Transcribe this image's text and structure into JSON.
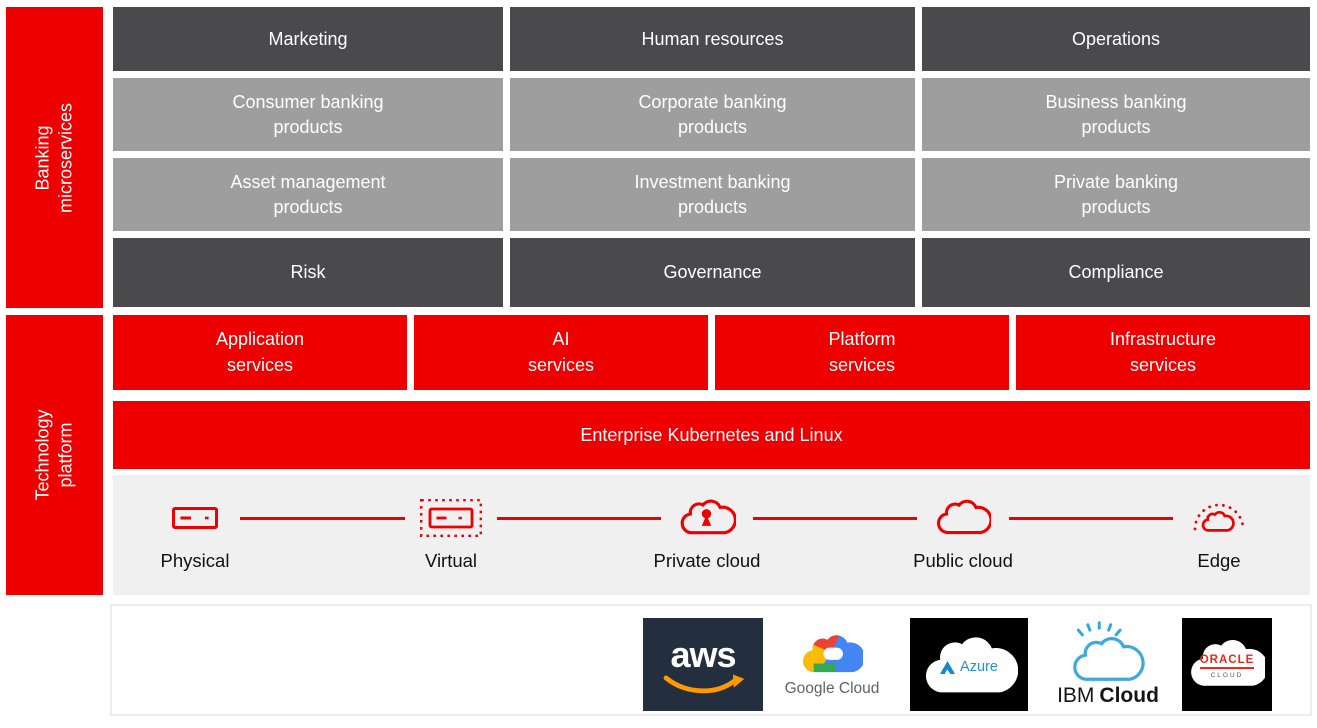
{
  "palette": {
    "red": "#ee0000",
    "dark_gray": "#4a4a4c",
    "mid_gray": "#9e9e9e",
    "strip_bg": "#f0f0f0",
    "aws_navy": "#232f3e",
    "aws_orange": "#ff9900",
    "azure_blue": "#2191cf",
    "oracle_red": "#e8291e"
  },
  "sidebars": {
    "banking": "Banking\nmicroservices",
    "technology": "Technology\nplatform"
  },
  "banking_rows": [
    {
      "tone": "dark",
      "cells": [
        "Marketing",
        "Human resources",
        "Operations"
      ]
    },
    {
      "tone": "mid",
      "cells": [
        "Consumer banking\nproducts",
        "Corporate banking\nproducts",
        "Business banking\nproducts"
      ]
    },
    {
      "tone": "mid",
      "cells": [
        "Asset management\nproducts",
        "Investment banking\nproducts",
        "Private banking\nproducts"
      ]
    },
    {
      "tone": "dark",
      "cells": [
        "Risk",
        "Governance",
        "Compliance"
      ]
    }
  ],
  "technology": {
    "services": [
      "Application\nservices",
      "AI\nservices",
      "Platform\nservices",
      "Infrastructure\nservices"
    ],
    "platform_bar": "Enterprise Kubernetes and Linux"
  },
  "footprints": [
    "Physical",
    "Virtual",
    "Private cloud",
    "Public cloud",
    "Edge"
  ],
  "providers": {
    "aws": {
      "label": "aws"
    },
    "google": {
      "label": "Google Cloud"
    },
    "azure": {
      "label": "Azure"
    },
    "ibm": {
      "plain": "IBM",
      "bold": "Cloud"
    },
    "oracle": {
      "label": "ORACLE",
      "sub": "CLOUD"
    }
  }
}
